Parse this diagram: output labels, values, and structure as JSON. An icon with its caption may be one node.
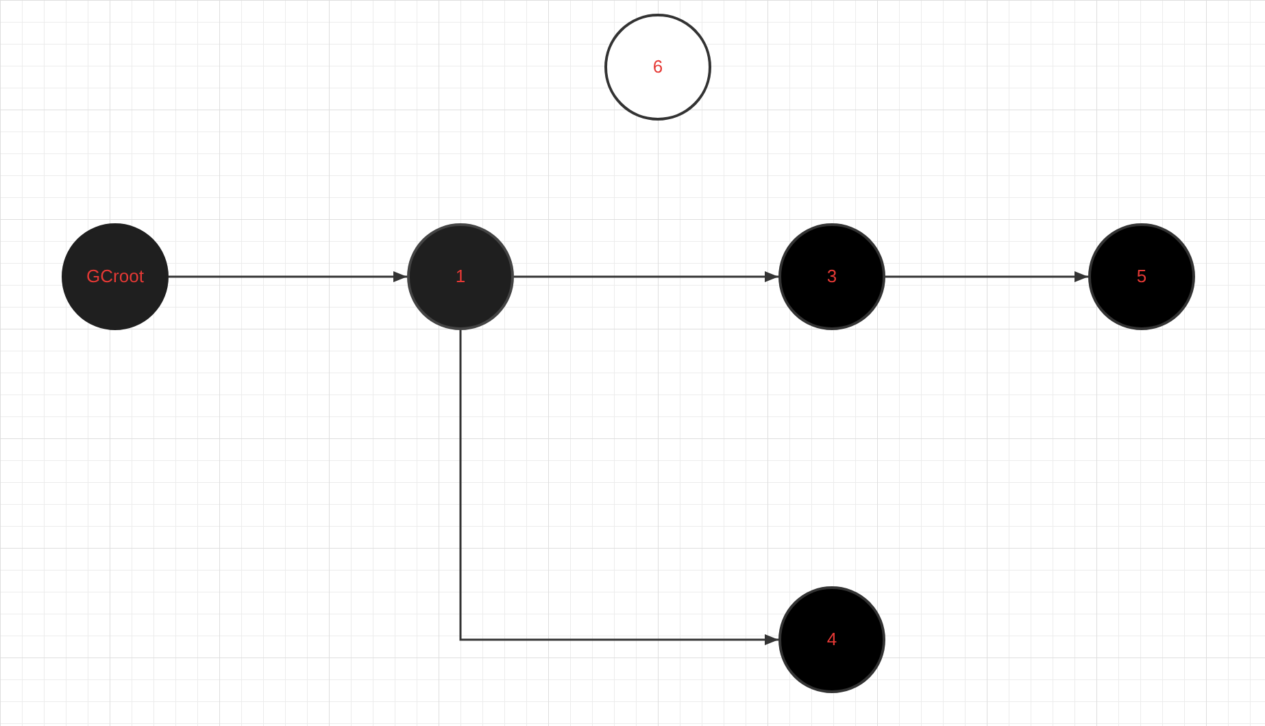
{
  "diagram": {
    "nodes": [
      {
        "text": [
          "6"
        ]
      },
      {
        "text": [
          "GCroot"
        ]
      },
      {
        "text": [
          "1"
        ]
      },
      {
        "text": [
          "3"
        ]
      },
      {
        "text": [
          "5"
        ]
      },
      {
        "text": [
          "4"
        ]
      }
    ],
    "edges": [
      {
        "from": 1,
        "to": 2,
        "arrow": "to"
      },
      {
        "from": 2,
        "to": 3,
        "arrow": "to"
      },
      {
        "from": 3,
        "to": 4,
        "arrow": "to"
      },
      {
        "from": 2,
        "to": 5,
        "arrow": "to"
      }
    ]
  }
}
